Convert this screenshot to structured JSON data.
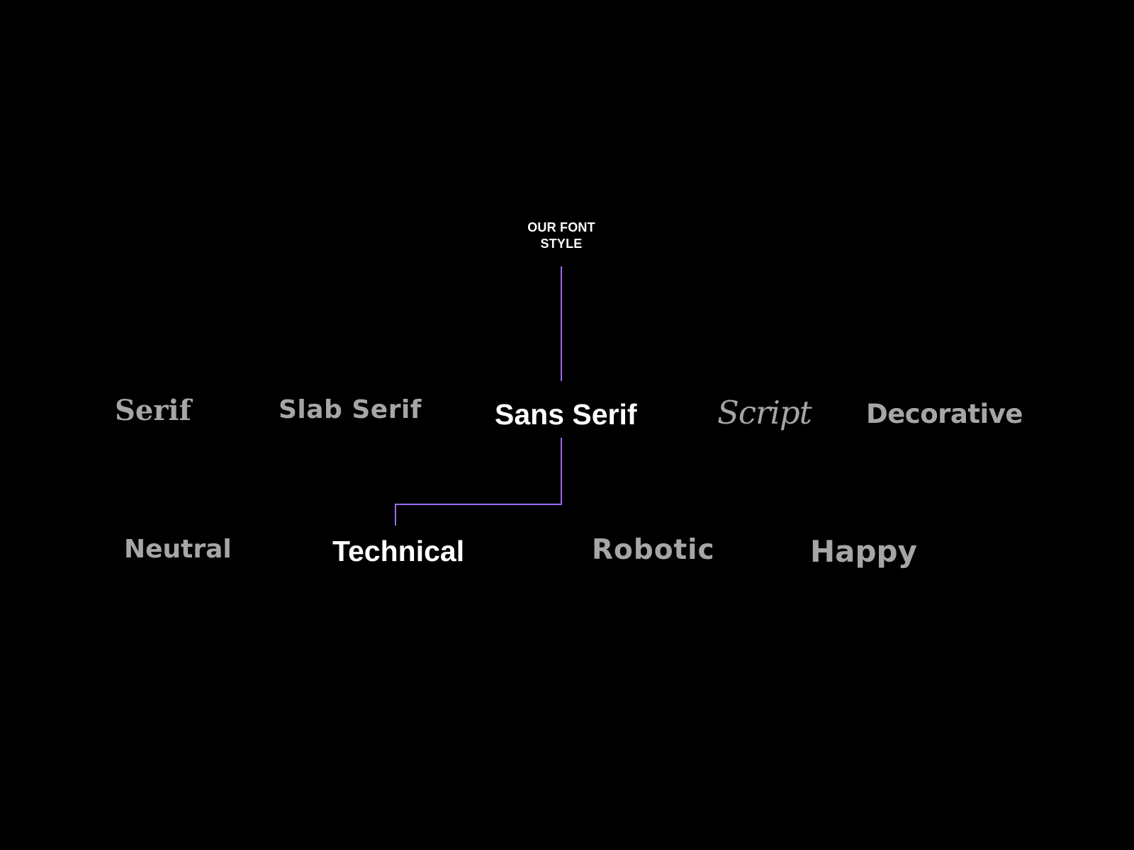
{
  "title": {
    "line1": "OUR FONT",
    "line2": "STYLE"
  },
  "connector_color": "#9b6bf2",
  "active_text_color": "#ffffff",
  "inactive_text_color": "#a6a6a6",
  "categories": [
    {
      "label": "Serif",
      "active": false
    },
    {
      "label": "Slab Serif",
      "active": false
    },
    {
      "label": "Sans Serif",
      "active": true
    },
    {
      "label": "Script",
      "active": false
    },
    {
      "label": "Decorative",
      "active": false
    }
  ],
  "subcategories": [
    {
      "label": "Neutral",
      "active": false
    },
    {
      "label": "Technical",
      "active": true
    },
    {
      "label": "Robotic",
      "active": false
    },
    {
      "label": "Happy",
      "active": false
    }
  ]
}
